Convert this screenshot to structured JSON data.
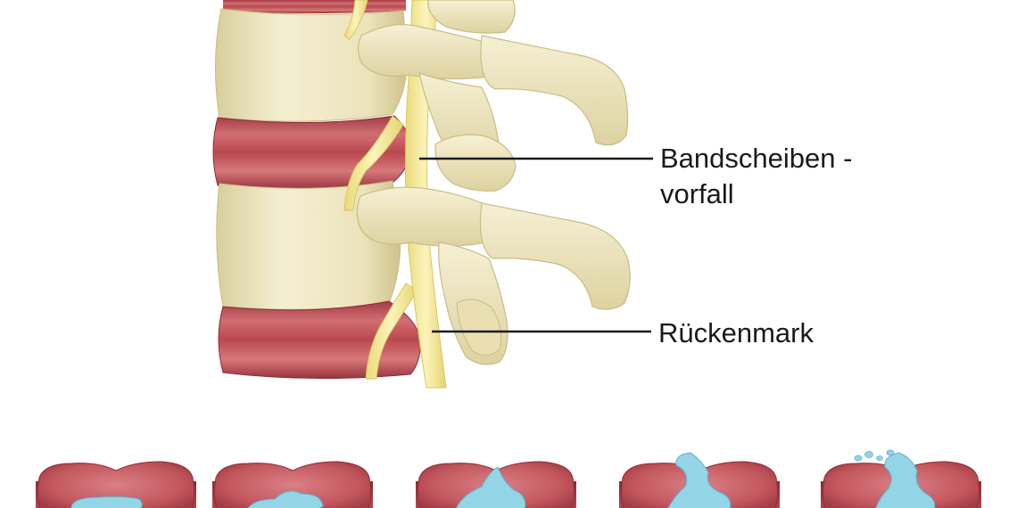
{
  "labels": {
    "disc_herniation_line1": "Bandscheiben -",
    "disc_herniation_line2": "vorfall",
    "spinal_cord": "Rückenmark"
  },
  "colors": {
    "bone_light": "#f3ecca",
    "bone_mid": "#e6dcaa",
    "bone_shadow": "#c9bd86",
    "disc_red": "#c65d61",
    "disc_dark": "#8f2f38",
    "disc_light": "#dc8a8a",
    "nerve_yellow": "#f6ec9c",
    "nerve_edge": "#e0cf6a",
    "nucleus_blue": "#93d5e6",
    "nucleus_edge": "#5fb3cc",
    "leader_line": "#1a1a1a"
  },
  "disc_stages": [
    {
      "stage": 1
    },
    {
      "stage": 2
    },
    {
      "stage": 3
    },
    {
      "stage": 4
    },
    {
      "stage": 5
    }
  ]
}
